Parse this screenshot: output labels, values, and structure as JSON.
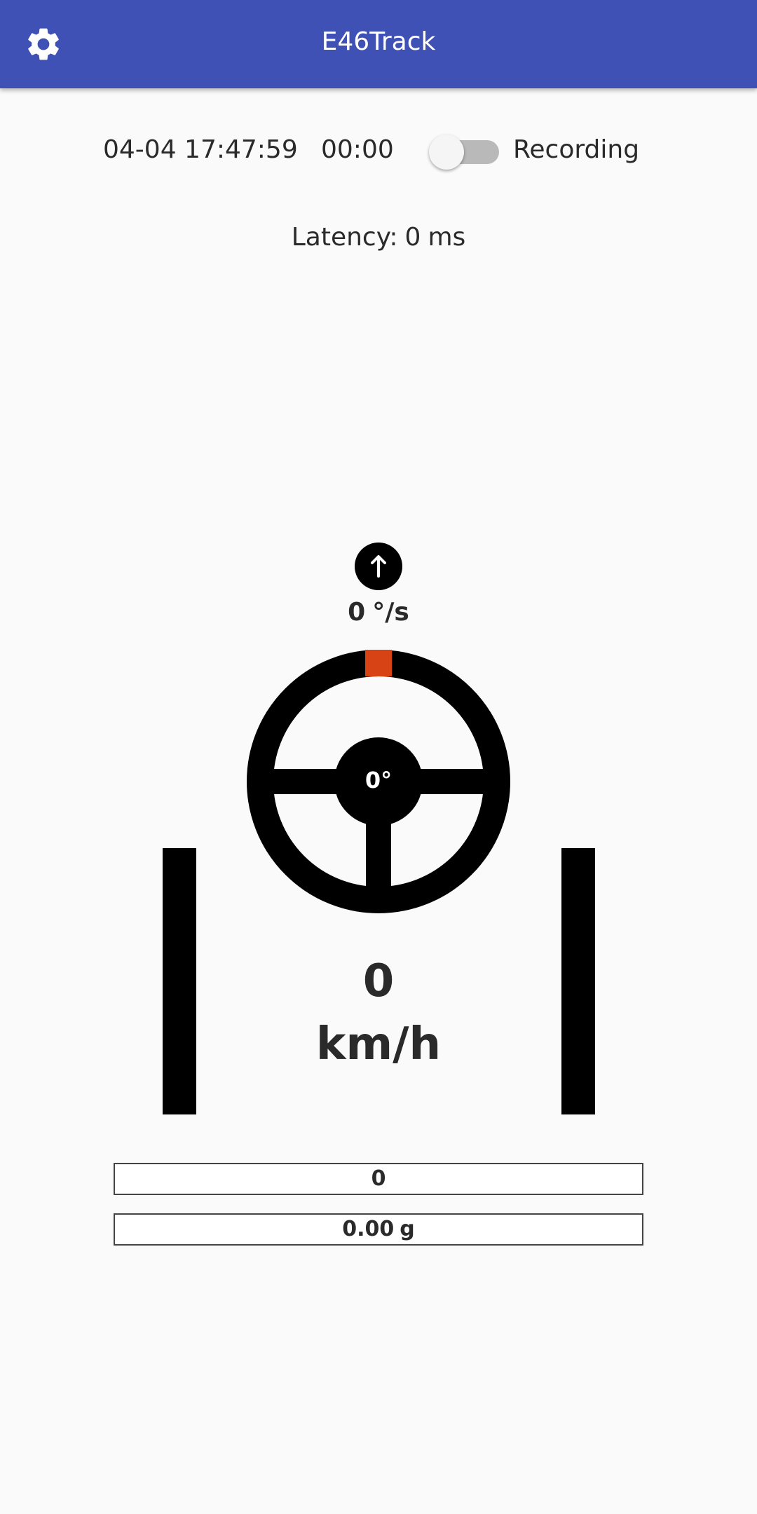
{
  "app_bar": {
    "title": "E46Track",
    "settings_icon": "gear-icon",
    "background_color": "#3f51b5"
  },
  "status": {
    "datetime": "04-04 17:47:59",
    "elapsed": "00:00",
    "recording_label": "Recording",
    "recording_on": false
  },
  "latency": {
    "label": "Latency:",
    "value": "0",
    "unit": "ms"
  },
  "telemetry": {
    "heading_icon": "arrow-up-icon",
    "yaw_rate": "0",
    "yaw_rate_unit": "°/s",
    "steering_angle": "0°",
    "steering_marker_color": "#d84315",
    "speed": "0",
    "speed_unit": "km/h",
    "left_pedal_level": 0,
    "right_pedal_level": 0,
    "bar_1_value": "0",
    "bar_2_value": "0.00",
    "bar_2_unit": "g"
  }
}
